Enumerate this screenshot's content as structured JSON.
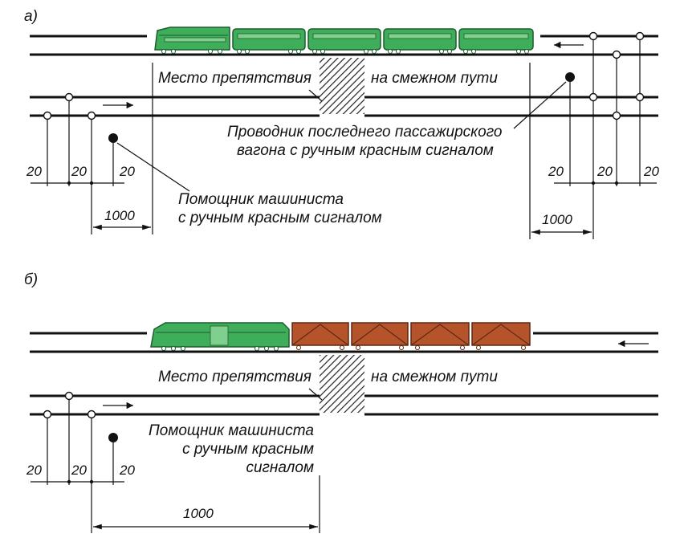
{
  "panel_a": {
    "caption": "а)",
    "obstacle_label": "Место препятствия",
    "adjacent_label": "на смежном пути",
    "conductor_line1": "Проводник последнего пассажирского",
    "conductor_line2": "вагона с ручным красным сигналом",
    "assistant_line1": "Помощник машиниста",
    "assistant_line2": "с ручным красным сигналом",
    "dim_left": [
      "20",
      "20",
      "20"
    ],
    "dim_right": [
      "20",
      "20",
      "20"
    ],
    "dist_left": "1000",
    "dist_right": "1000"
  },
  "panel_b": {
    "caption": "б)",
    "obstacle_label": "Место препятствия",
    "adjacent_label": "на смежном пути",
    "assistant_line1": "Помощник машиниста",
    "assistant_line2": "с ручным красным",
    "assistant_line3": "сигналом",
    "dim_left": [
      "20",
      "20",
      "20"
    ],
    "dist": "1000"
  },
  "colors": {
    "passenger": "#3fae5a",
    "freight": "#b5542b",
    "track": "#111111"
  }
}
